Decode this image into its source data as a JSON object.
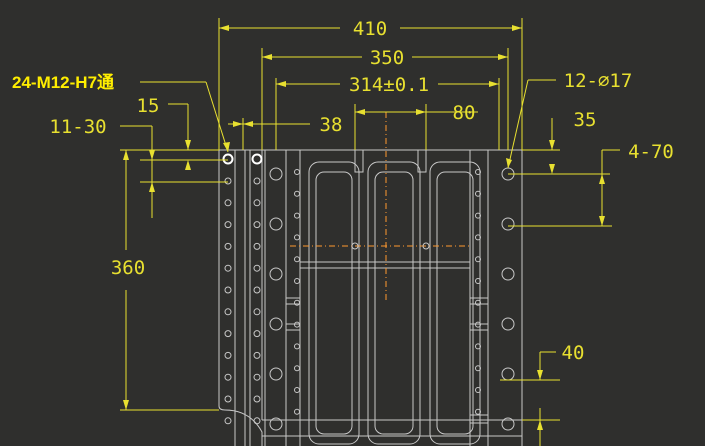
{
  "drawing": {
    "background_color": "#2f2f2d",
    "frame_color": "#f2f2f2",
    "dimension_color": "#e8e030",
    "geometry_color": "#c8c8c8",
    "center_mark_color": "#ff9a30",
    "callout_color": "#ffee00"
  },
  "dimensions": {
    "overall_width": "410",
    "frame_width": "350",
    "hole_span": "314±0.1",
    "slot_offset": "80",
    "small_offset": "38",
    "left_edge_offset": "15",
    "right_edge_offset": "35",
    "height": "360",
    "bottom_offset": "40"
  },
  "callouts": {
    "tapped_holes": "24-M12-H7通",
    "left_holes": "11-30",
    "right_holes": "12-∅17",
    "right_pitch": "4-70"
  }
}
